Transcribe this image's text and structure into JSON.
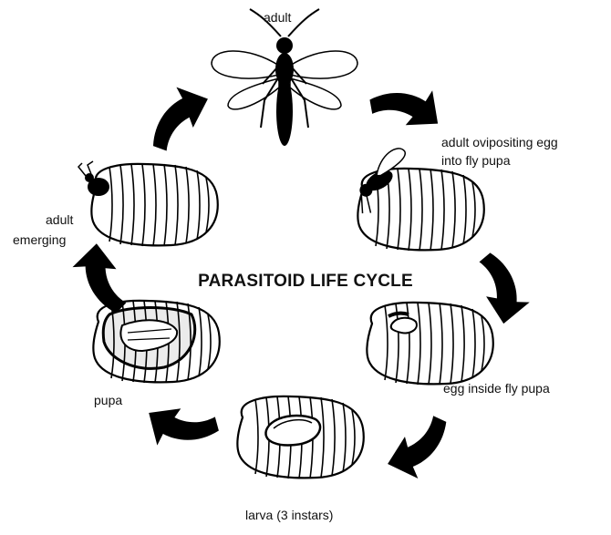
{
  "diagram": {
    "title": "PARASITOID LIFE CYCLE",
    "stages": {
      "adult": "adult",
      "ovipositing_line1": "adult ovipositing egg",
      "ovipositing_line2": "into fly pupa",
      "egg": "egg inside fly pupa",
      "larva": "larva (3 instars)",
      "pupa": "pupa",
      "emerging_line1": "adult",
      "emerging_line2": "emerging"
    }
  },
  "colors": {
    "ink": "#000000",
    "background": "#ffffff"
  }
}
